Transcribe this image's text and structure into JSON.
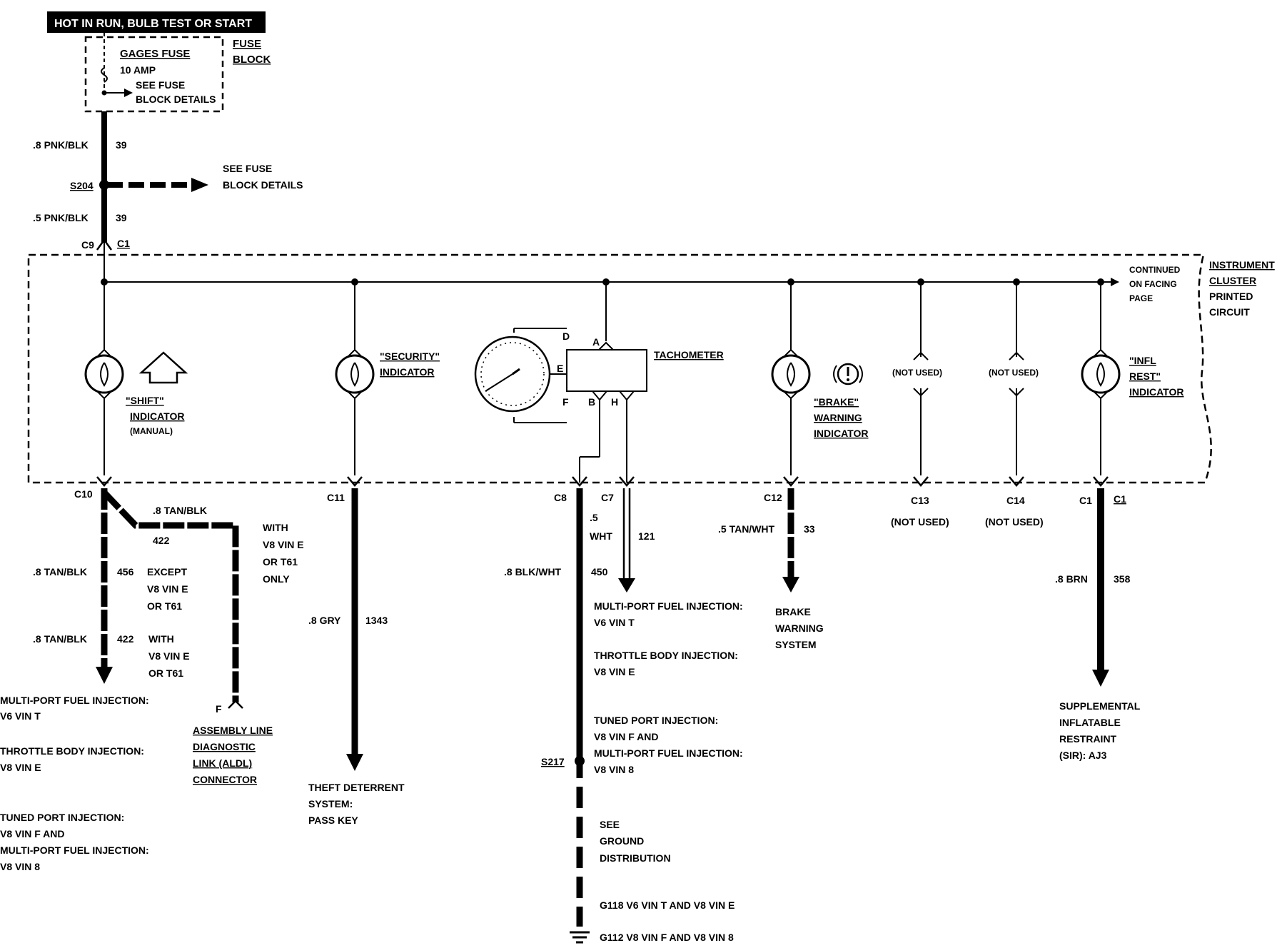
{
  "header": {
    "power": "HOT IN RUN, BULB TEST OR START"
  },
  "fuse": {
    "name": "GAGES FUSE",
    "rating": "10 AMP",
    "see_line1": "SEE FUSE",
    "see_line2": "BLOCK DETAILS",
    "block_line1": "FUSE",
    "block_line2": "BLOCK"
  },
  "feed": {
    "wire1_color": ".8 PNK/BLK",
    "wire1_circuit": "39",
    "splice": "S204",
    "splice_note_1": "SEE FUSE",
    "splice_note_2": "BLOCK DETAILS",
    "wire2_color": ".5 PNK/BLK",
    "wire2_circuit": "39",
    "conn_left": "C9",
    "conn_right": "C1"
  },
  "cluster": {
    "label_lines": [
      "INSTRUMENT",
      "CLUSTER",
      "PRINTED",
      "CIRCUIT"
    ],
    "continued_lines": [
      "CONTINUED",
      "ON FACING",
      "PAGE"
    ]
  },
  "indicators": {
    "shift_1": "\"SHIFT\"",
    "shift_2": "INDICATOR",
    "shift_3": "(MANUAL)",
    "security_1": "\"SECURITY\"",
    "security_2": "INDICATOR",
    "tachometer": "TACHOMETER",
    "tach_pins": [
      "D",
      "E",
      "F",
      "A",
      "B",
      "H"
    ],
    "brake_1": "\"BRAKE\"",
    "brake_2": "WARNING",
    "brake_3": "INDICATOR",
    "not_used": "(NOT USED)",
    "infl_1": "\"INFL",
    "infl_2": "REST\"",
    "infl_3": "INDICATOR"
  },
  "connectors": {
    "c10": "C10",
    "c11": "C11",
    "c8": "C8",
    "c7": "C7",
    "c12": "C12",
    "c13": "C13",
    "c14": "C14",
    "c1": "C1",
    "c1b": "C1",
    "c13_note": "(NOT USED)",
    "c14_note": "(NOT USED)"
  },
  "wires": {
    "c10_branch_color": ".8 TAN/BLK",
    "c10_branch_circuit": "422",
    "with_v8_1": "WITH",
    "with_v8_2": "V8 VIN E",
    "with_v8_3": "OR T61",
    "with_v8_4": "ONLY",
    "c10_456_color": ".8 TAN/BLK",
    "c10_456_circuit": "456",
    "except_1": "EXCEPT",
    "except_2": "V8 VIN E",
    "except_3": "OR T61",
    "c10_422_color": ".8 TAN/BLK",
    "c10_422_circuit": "422",
    "with_1": "WITH",
    "with_2": "V8 VIN E",
    "with_3": "OR T61",
    "c11_color": ".8 GRY",
    "c11_circuit": "1343",
    "c8_color": ".8 BLK/WHT",
    "c8_circuit": "450",
    "c7_size": ".5",
    "c7_color": "WHT",
    "c7_circuit": "121",
    "c12_color": ".5 TAN/WHT",
    "c12_circuit": "33",
    "c1_color": ".8 BRN",
    "c1_circuit": "358",
    "splice2": "S217"
  },
  "destinations": {
    "left_lines": [
      "MULTI-PORT FUEL INJECTION:",
      "V6 VIN T",
      "THROTTLE BODY INJECTION:",
      "V8 VIN E",
      "TUNED PORT INJECTION:",
      "V8 VIN F AND",
      "MULTI-PORT FUEL INJECTION:",
      "V8 VIN 8"
    ],
    "aldl_lines": [
      "ASSEMBLY LINE",
      "DIAGNOSTIC",
      "LINK (ALDL)",
      "CONNECTOR"
    ],
    "aldl_pin": "F",
    "theft_lines": [
      "THEFT DETERRENT",
      "SYSTEM:",
      "PASS KEY"
    ],
    "c7_lines": [
      "MULTI-PORT FUEL INJECTION:",
      "V6 VIN T",
      "THROTTLE BODY INJECTION:",
      "V8 VIN E",
      "TUNED PORT INJECTION:",
      "V8 VIN F AND",
      "MULTI-PORT FUEL INJECTION:",
      "V8 VIN 8"
    ],
    "ground_lines": [
      "SEE",
      "GROUND",
      "DISTRIBUTION"
    ],
    "ground_g118": "G118 V6 VIN T AND V8 VIN E",
    "ground_g112": "G112 V8 VIN F AND V8 VIN 8",
    "brake_lines": [
      "BRAKE",
      "WARNING",
      "SYSTEM"
    ],
    "sir_lines": [
      "SUPPLEMENTAL",
      "INFLATABLE",
      "RESTRAINT",
      "(SIR): AJ3"
    ]
  }
}
